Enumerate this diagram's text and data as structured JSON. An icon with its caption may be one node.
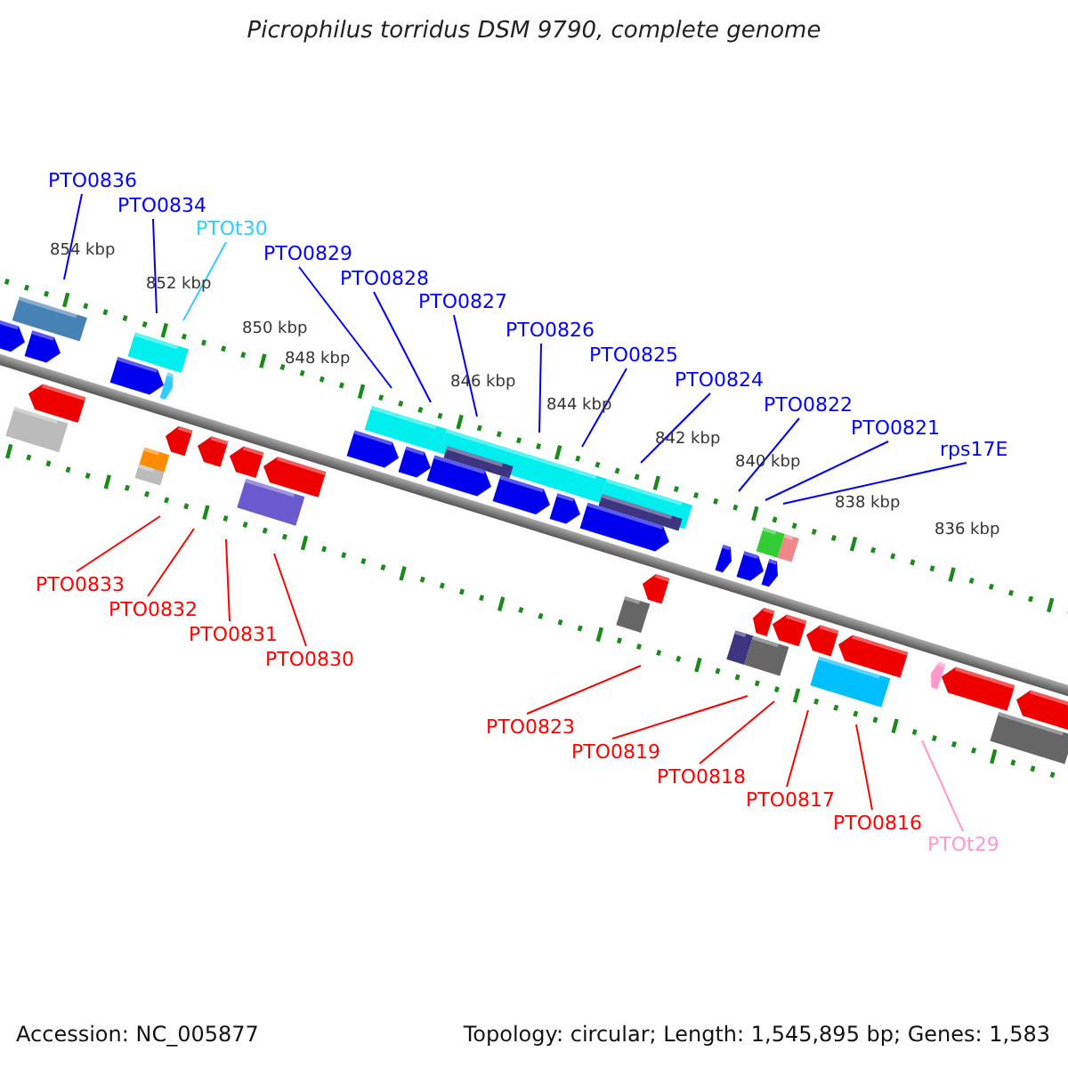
{
  "diagram": {
    "title": "Picrophilus torridus DSM 9790, complete genome",
    "nodes": [
      {
        "text": [
          "PTO0836"
        ]
      },
      {
        "text": [
          "PTO0834"
        ]
      },
      {
        "text": [
          "PTOt30"
        ]
      },
      {
        "text": [
          "PTO0829"
        ]
      },
      {
        "text": [
          "PTO0828"
        ]
      },
      {
        "text": [
          "PTO0827"
        ]
      },
      {
        "text": [
          "PTO0826"
        ]
      },
      {
        "text": [
          "PTO0825"
        ]
      },
      {
        "text": [
          "PTO0824"
        ]
      },
      {
        "text": [
          "PTO0822"
        ]
      },
      {
        "text": [
          "PTO0821"
        ]
      },
      {
        "text": [
          "rps17E"
        ]
      },
      {
        "text": [
          "PTO0833"
        ]
      },
      {
        "text": [
          "PTO0832"
        ]
      },
      {
        "text": [
          "PTO0831"
        ]
      },
      {
        "text": [
          "PTO0830"
        ]
      },
      {
        "text": [
          "PTO0823"
        ]
      },
      {
        "text": [
          "PTO0819"
        ]
      },
      {
        "text": [
          "PTO0818"
        ]
      },
      {
        "text": [
          "PTO0817"
        ]
      },
      {
        "text": [
          "PTO0816"
        ]
      },
      {
        "text": [
          "PTOt29"
        ]
      }
    ],
    "edges": [
      {
        "from": 0,
        "to": null,
        "arrow": "none"
      },
      {
        "from": 1,
        "to": null,
        "arrow": "none"
      },
      {
        "from": 2,
        "to": null,
        "arrow": "none",
        "color": "#33ccff"
      },
      {
        "from": 3,
        "to": null,
        "arrow": "none"
      },
      {
        "from": 4,
        "to": null,
        "arrow": "none"
      },
      {
        "from": 5,
        "to": null,
        "arrow": "none"
      },
      {
        "from": 6,
        "to": null,
        "arrow": "none"
      },
      {
        "from": 7,
        "to": null,
        "arrow": "none"
      },
      {
        "from": 8,
        "to": null,
        "arrow": "none"
      },
      {
        "from": 9,
        "to": null,
        "arrow": "none"
      },
      {
        "from": 10,
        "to": null,
        "arrow": "none"
      },
      {
        "from": 11,
        "to": null,
        "arrow": "none"
      },
      {
        "from": 12,
        "to": null,
        "arrow": "none",
        "color": "#ff0000"
      },
      {
        "from": 13,
        "to": null,
        "arrow": "none",
        "color": "#ff0000"
      },
      {
        "from": 14,
        "to": null,
        "arrow": "none",
        "color": "#ff0000"
      },
      {
        "from": 15,
        "to": null,
        "arrow": "none",
        "color": "#ff0000"
      },
      {
        "from": 16,
        "to": null,
        "arrow": "none",
        "color": "#ff0000"
      },
      {
        "from": 17,
        "to": null,
        "arrow": "none",
        "color": "#ff0000"
      },
      {
        "from": 18,
        "to": null,
        "arrow": "none",
        "color": "#ff0000"
      },
      {
        "from": 19,
        "to": null,
        "arrow": "none",
        "color": "#ff0000"
      },
      {
        "from": 20,
        "to": null,
        "arrow": "none",
        "color": "#ff0000"
      },
      {
        "from": 21,
        "to": null,
        "arrow": "none",
        "color": "#ff99cc"
      }
    ],
    "labels": [
      "854 kbp",
      "852 kbp",
      "850 kbp",
      "848 kbp",
      "846 kbp",
      "844 kbp",
      "842 kbp",
      "840 kbp",
      "838 kbp",
      "836 kbp",
      "Accession: NC_005877",
      "Topology: circular; Length: 1,545,895 bp; Genes: 1,583"
    ]
  }
}
